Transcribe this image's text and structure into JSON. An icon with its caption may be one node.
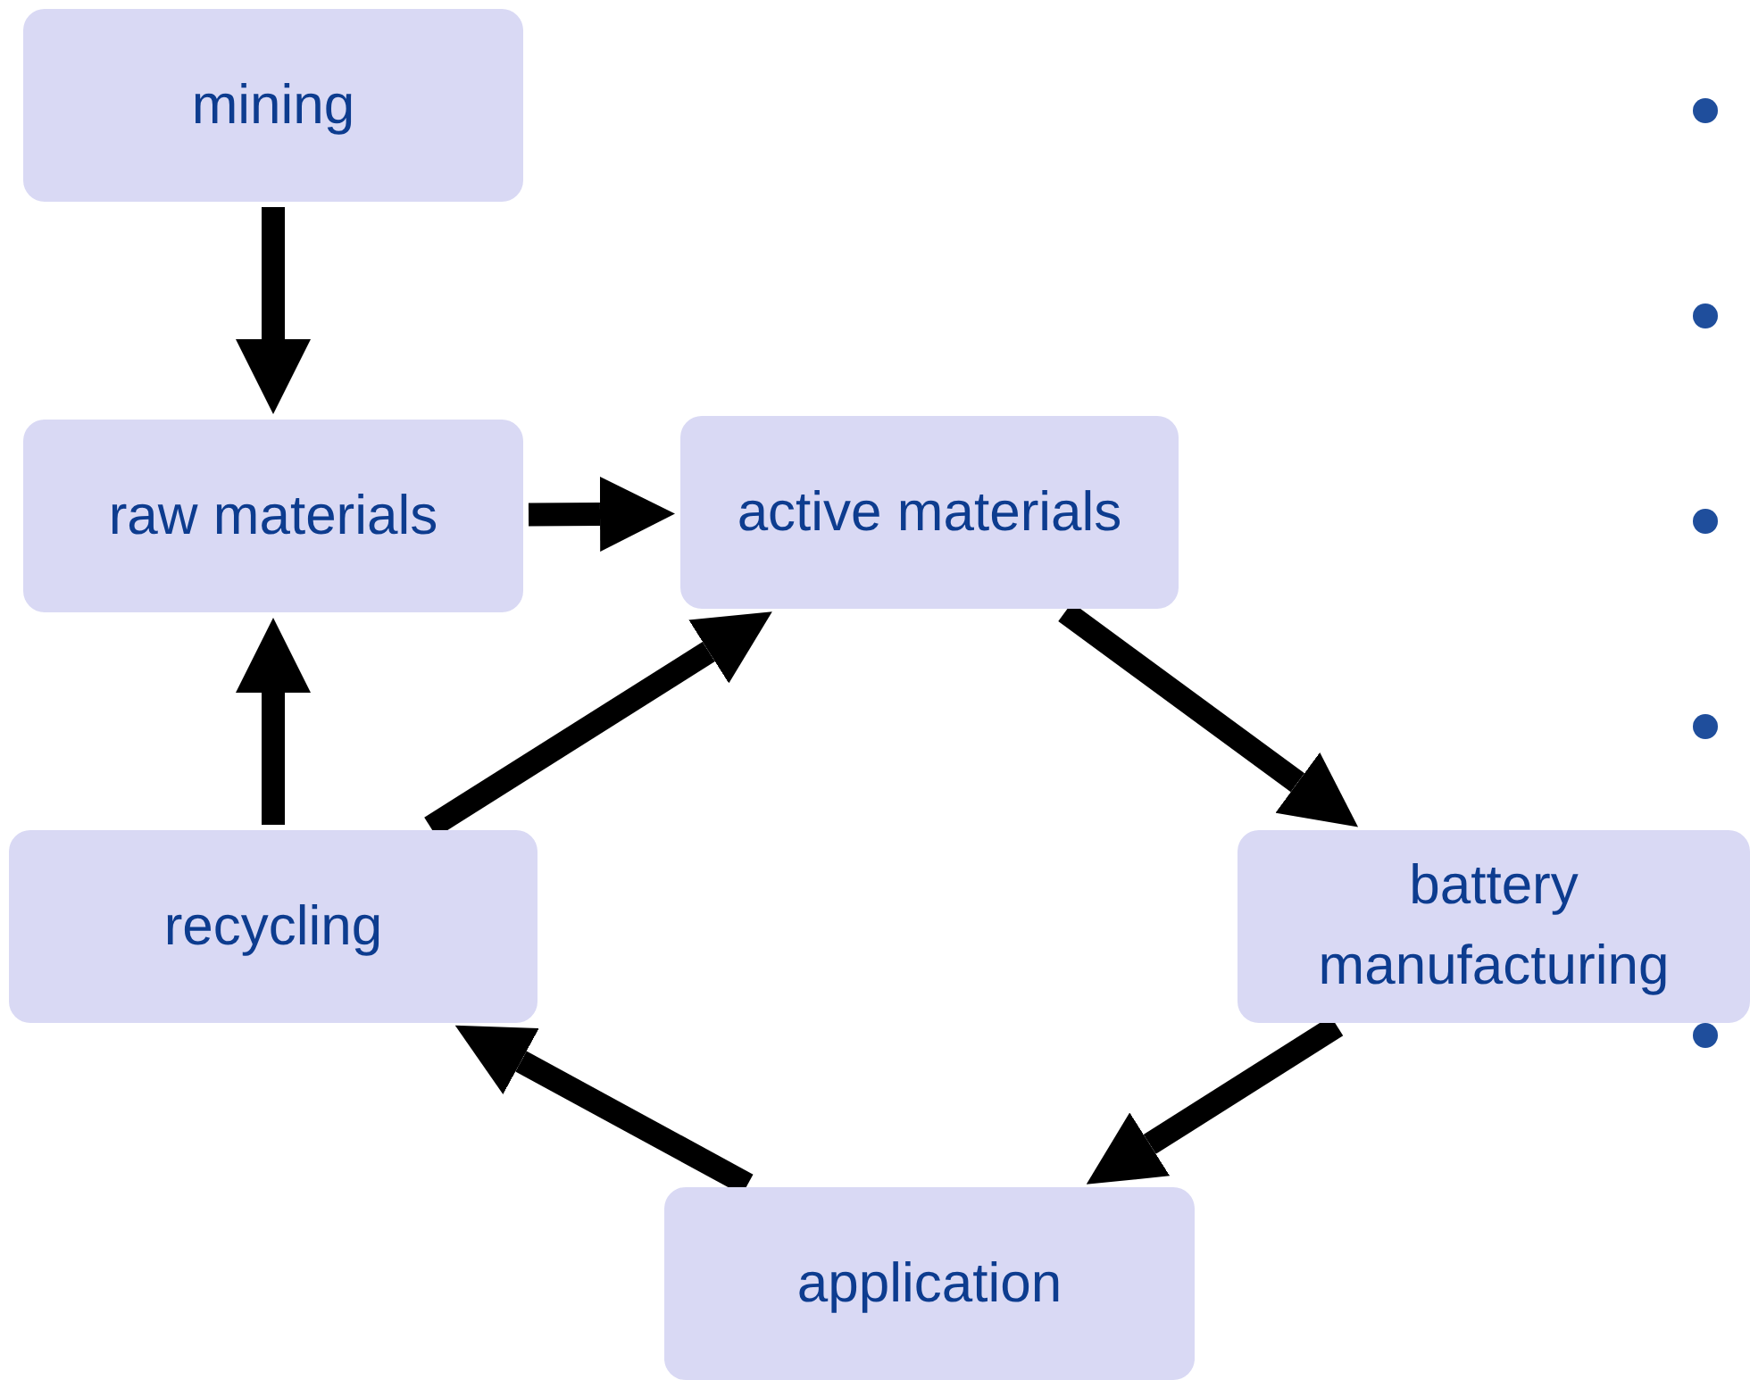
{
  "diagram": {
    "nodes": [
      {
        "text": [
          "mining"
        ]
      },
      {
        "text": [
          "raw materials"
        ]
      },
      {
        "text": [
          "active materials"
        ]
      },
      {
        "text": [
          "battery manufacturing"
        ]
      },
      {
        "text": [
          "application"
        ]
      },
      {
        "text": [
          "recycling"
        ]
      }
    ],
    "edges": [
      {
        "from": 0,
        "to": 1,
        "arrow": "to"
      },
      {
        "from": 1,
        "to": 2,
        "arrow": "to"
      },
      {
        "from": 2,
        "to": 3,
        "arrow": "to"
      },
      {
        "from": 3,
        "to": 4,
        "arrow": "to"
      },
      {
        "from": 4,
        "to": 5,
        "arrow": "to"
      },
      {
        "from": 5,
        "to": 1,
        "arrow": "to"
      },
      {
        "from": 5,
        "to": 2,
        "arrow": "to"
      }
    ]
  }
}
